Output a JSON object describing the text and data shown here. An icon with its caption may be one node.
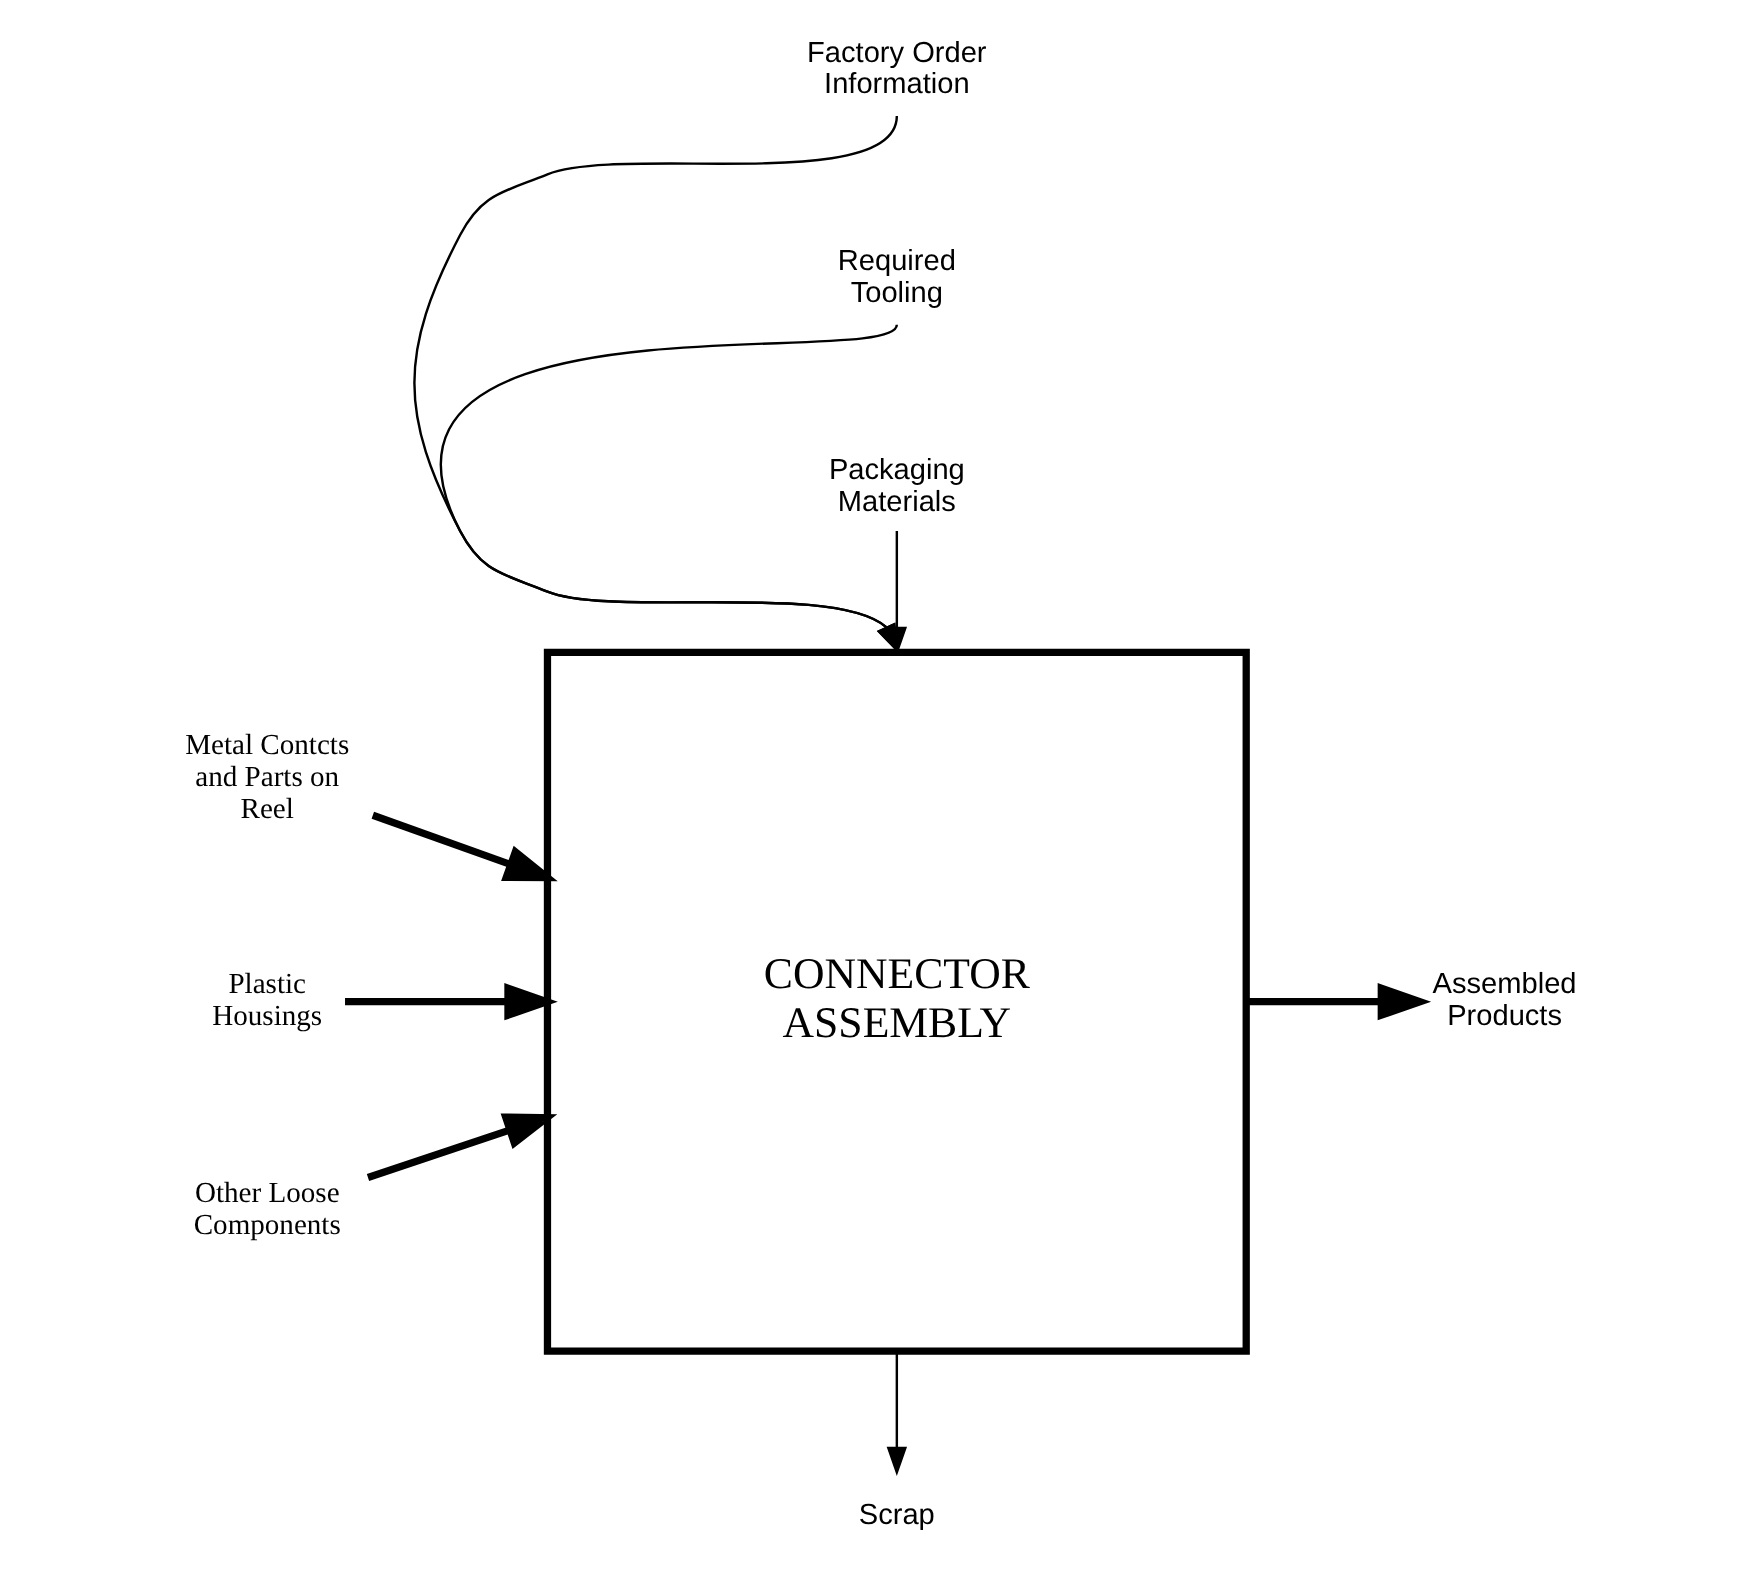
{
  "diagram": {
    "nodes": [
      {
        "text": [
          "Factory Order Information"
        ]
      },
      {
        "text": [
          "Required Tooling"
        ]
      },
      {
        "text": [
          "Packaging Materials"
        ]
      },
      {
        "text": [
          "Metal Contcts and Parts on Reel"
        ]
      },
      {
        "text": [
          "Plastic Housings"
        ]
      },
      {
        "text": [
          "CONNECTOR ASSEMBLY"
        ]
      },
      {
        "text": [
          "Assembled Products"
        ]
      },
      {
        "text": [
          "Other Loose Components"
        ]
      },
      {
        "text": [
          "Scrap"
        ]
      }
    ],
    "edges": [
      {
        "from": 0,
        "to": 5,
        "arrow": "to"
      },
      {
        "from": 1,
        "to": 5,
        "arrow": "to"
      },
      {
        "from": 2,
        "to": 5,
        "arrow": "to"
      },
      {
        "from": 3,
        "to": 5,
        "arrow": "to",
        "style": "thick"
      },
      {
        "from": 4,
        "to": 5,
        "arrow": "to",
        "style": "thick"
      },
      {
        "from": 7,
        "to": 5,
        "arrow": "to",
        "style": "thick"
      },
      {
        "from": 5,
        "to": 6,
        "arrow": "to",
        "style": "thick"
      },
      {
        "from": 5,
        "to": 8,
        "arrow": "to"
      }
    ]
  }
}
